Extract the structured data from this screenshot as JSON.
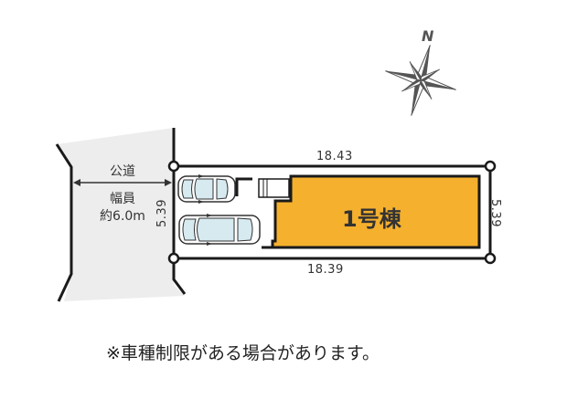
{
  "compass": {
    "label": "N",
    "icon": "compass-rose-icon"
  },
  "road": {
    "name": "公道",
    "width_label": "幅員",
    "width_value": "約6.0m"
  },
  "lot": {
    "top_length": "18.43",
    "bottom_length": "18.39",
    "left_depth": "5.39",
    "right_depth": "5.39"
  },
  "building": {
    "label": "1号棟",
    "color": "#F5B02E"
  },
  "parking": {
    "cars": 2,
    "icon": "car-icon"
  },
  "colors": {
    "road_fill": "#EDEDED",
    "line": "#1A1A1A",
    "building_fill": "#F5B02E",
    "car_glass": "#D6EAF0"
  },
  "note": "※車種制限がある場合があります。"
}
